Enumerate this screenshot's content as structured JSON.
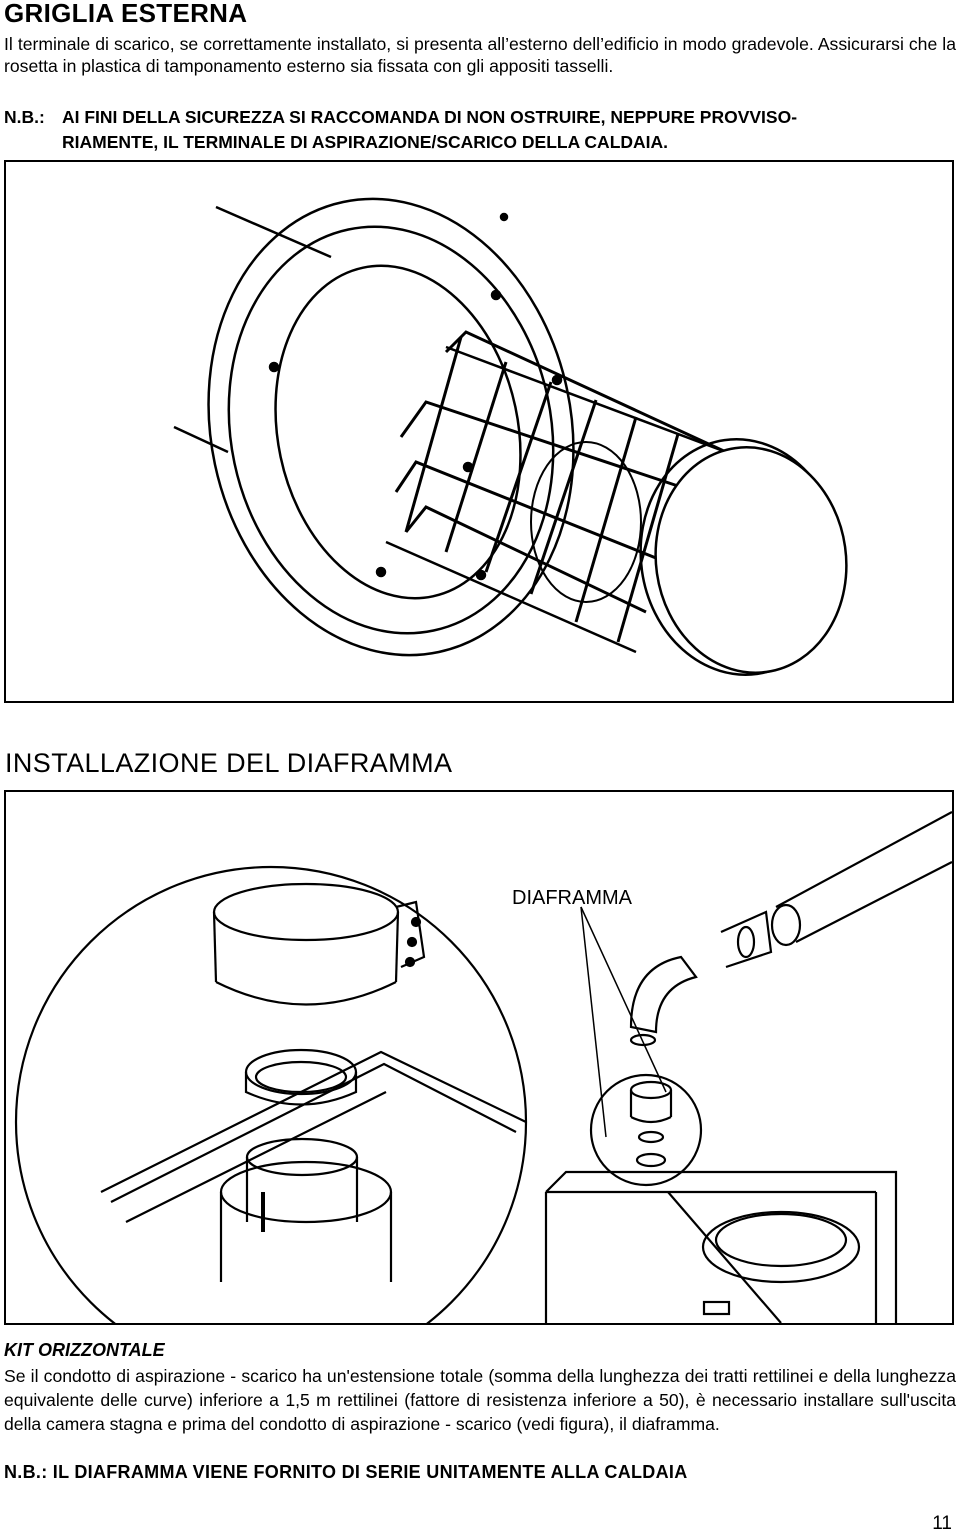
{
  "sections": {
    "griglia": {
      "title": "GRIGLIA ESTERNA",
      "paragraph": "Il terminale di scarico, se correttamente installato, si presenta all’esterno dell’edificio in modo gradevole. Assicurarsi che la rosetta in plastica di tamponamento esterno sia fissata con gli appositi tasselli.",
      "nb_label": "N.B.:",
      "nb_line1": "AI FINI DELLA SICUREZZA SI RACCOMANDA DI NON OSTRUIRE, NEPPURE PROVVISO-",
      "nb_line2": "RIAMENTE, IL TERMINALE DI ASPIRAZIONE/SCARICO DELLA CALDAIA."
    },
    "diaframma": {
      "title": "INSTALLAZIONE DEL DIAFRAMMA",
      "figure_label": "DIAFRAMMA"
    },
    "kit": {
      "title": "KIT ORIZZONTALE",
      "paragraph": "Se il condotto di aspirazione - scarico ha un'estensione totale (somma della lunghezza dei tratti rettilinei e della lunghezza equivalente delle curve) inferiore a 1,5 m rettilinei (fattore di resistenza inferiore a 50), è necessario installare sull'uscita della camera stagna e prima del condotto di aspirazione - scarico (vedi figura), il diaframma.",
      "nb": "N.B.: IL DIAFRAMMA VIENE FORNITO DI SERIE UNITAMENTE ALLA CALDAIA"
    }
  },
  "page_number": "11"
}
